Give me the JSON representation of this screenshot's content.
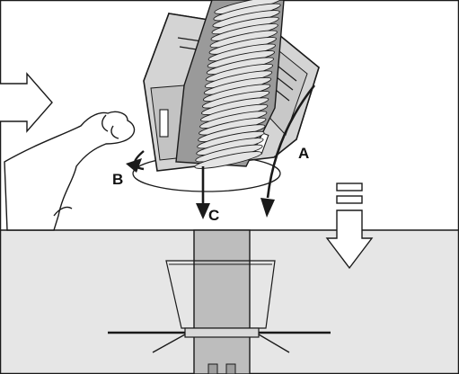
{
  "labels": {
    "a": "A",
    "b": "B",
    "c": "C"
  },
  "colors": {
    "top_panel_bg": "#ffffff",
    "bottom_panel_bg": "#e6e6e6",
    "outline": "#1a1a1a",
    "bracket_fill": "#d0d0d0",
    "pipe_fill": "#bdbdbd",
    "hose_light": "#e0e0e0",
    "hose_dark": "#7a7a7a",
    "arrow_fill": "#ffffff"
  },
  "icons": {
    "top_left_arrow": "hollow-arrow-right-icon",
    "right_arrow": "hollow-arrow-down-icon"
  }
}
